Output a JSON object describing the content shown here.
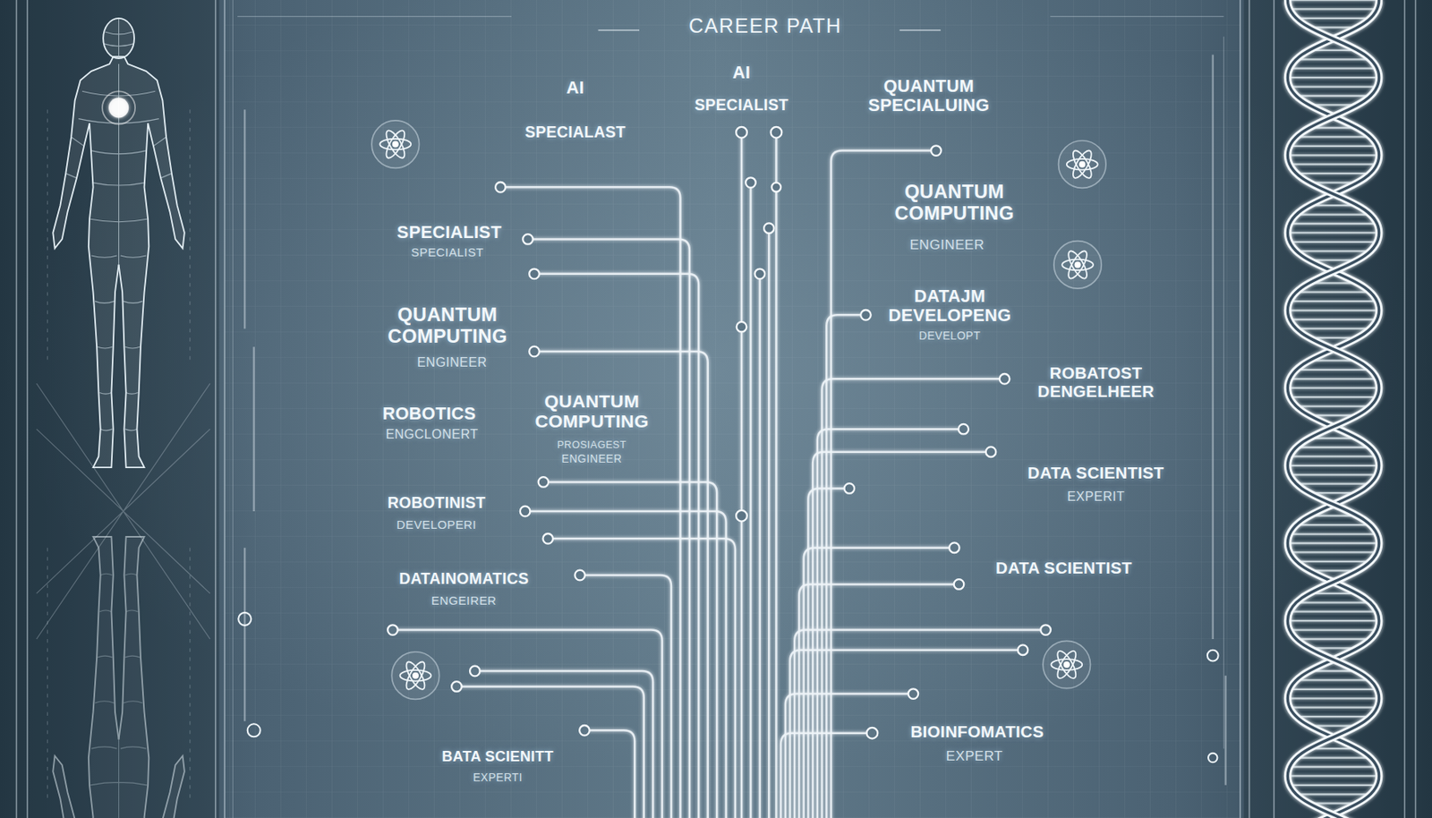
{
  "diagram": {
    "title": "CAREER PATH",
    "labels": [
      "AI",
      "SPECIALAST",
      "AI",
      "SPECIALIST",
      "QUANTUM SPECIALUING",
      "SPECIALIST",
      "SPECIALIST",
      "QUANTUM COMPUTING",
      "ENGINEER",
      "ROBOTICS",
      "ENGCLONERT",
      "QUANTUM COMPUTING",
      "PROSIAGEST",
      "ENGINEER",
      "ROBOTINIST",
      "DEVELOPERI",
      "DATAINOMATICS",
      "ENGEIRER",
      "BATA SCIENITT",
      "EXPERTI",
      "QUANTUM COMPUTING",
      "ENGINEER",
      "DATAJM DEVELOPENG",
      "DEVELOPT",
      "ROBATOST DENGELHEER",
      "DATA SCIENTIST",
      "EXPERIT",
      "DATA SCIENTIST",
      "BIOINFOMATICS",
      "EXPERT"
    ]
  }
}
